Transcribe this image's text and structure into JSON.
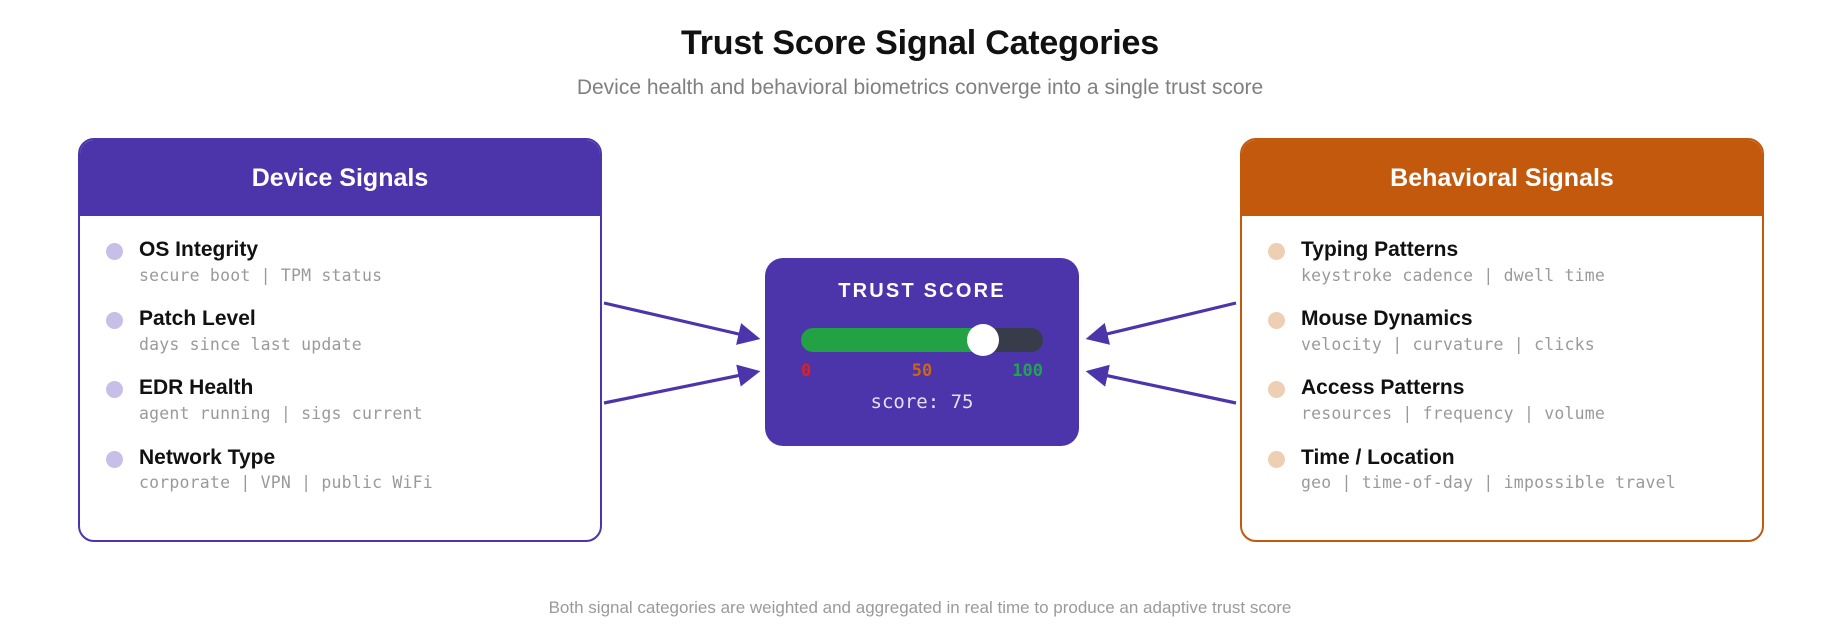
{
  "header": {
    "title": "Trust Score Signal Categories",
    "subtitle": "Device health and behavioral biometrics converge into a single trust score"
  },
  "footer": {
    "note": "Both signal categories are weighted and aggregated in real time to produce an adaptive trust score"
  },
  "panels": {
    "left": {
      "title": "Device Signals",
      "header_color": "#4c35ab",
      "dot_color": "#c7bfe8",
      "items": [
        {
          "label": "OS Integrity",
          "detail": "secure boot | TPM status"
        },
        {
          "label": "Patch Level",
          "detail": "days since last update"
        },
        {
          "label": "EDR Health",
          "detail": "agent running | sigs current"
        },
        {
          "label": "Network Type",
          "detail": "corporate | VPN | public WiFi"
        }
      ]
    },
    "right": {
      "title": "Behavioral Signals",
      "header_color": "#c2590d",
      "dot_color": "#efcfb4",
      "items": [
        {
          "label": "Typing Patterns",
          "detail": "keystroke cadence | dwell time"
        },
        {
          "label": "Mouse Dynamics",
          "detail": "velocity | curvature | clicks"
        },
        {
          "label": "Access Patterns",
          "detail": "resources | frequency | volume"
        },
        {
          "label": "Time / Location",
          "detail": "geo | time-of-day | impossible travel"
        }
      ]
    }
  },
  "score_card": {
    "title": "TRUST SCORE",
    "score": 75,
    "score_text": "score: 75",
    "gauge_percent": 75,
    "ticks": {
      "min": "0",
      "mid": "50",
      "max": "100"
    },
    "colors": {
      "card_background": "#4c35ab",
      "fill": "#22a244",
      "track": "#363c4a",
      "knob": "#ffffff",
      "tick_min": "#e02020",
      "tick_mid": "#cc6611",
      "tick_max": "#1da64a"
    }
  },
  "arrows": {
    "color": "#4c35ab",
    "description": "four arrows converging on the trust score card"
  }
}
